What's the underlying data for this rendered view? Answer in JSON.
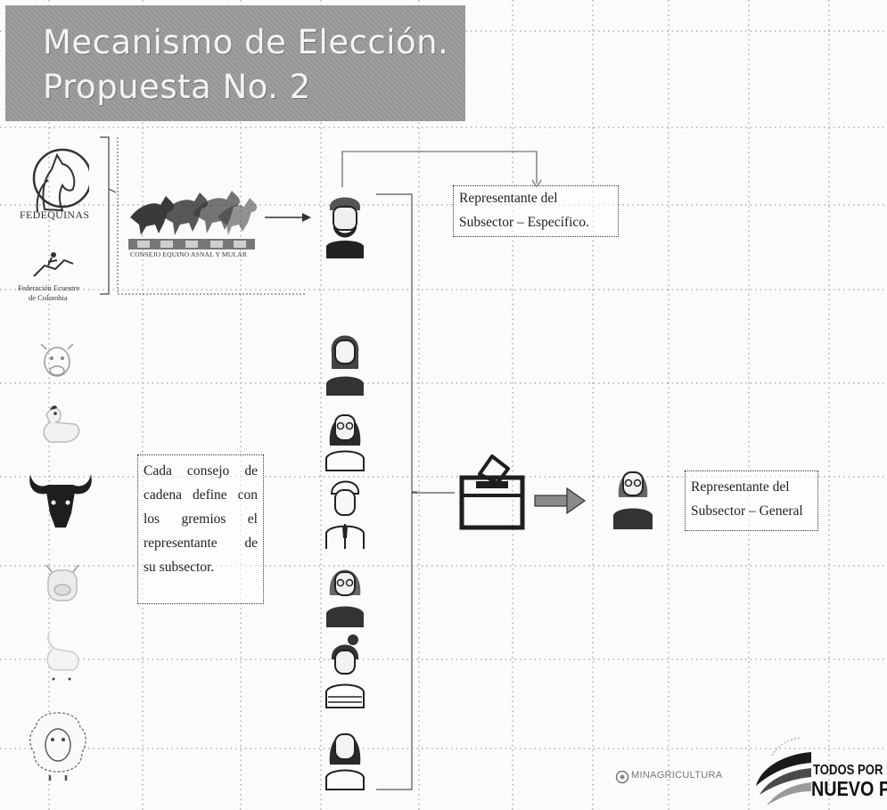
{
  "title": {
    "line1": "Mecanismo de Elección.",
    "line2": "Propuesta No. 2"
  },
  "logos": {
    "fedequinas": "FEDEQUINAS",
    "federacion_line1": "Federación Ecuestre",
    "federacion_line2": "de Colombia",
    "cedam_text": "CONSEJO EQUINO ASNAL Y MULAR"
  },
  "notes": {
    "specific": {
      "line1": "Representante del",
      "line2": "Subsector – Específico."
    },
    "general": {
      "line1": "Representante del",
      "line2": "Subsector – General"
    },
    "council": [
      "Cada consejo de",
      "cadena define con",
      "los gremios el",
      "representante de",
      "su subsector."
    ]
  },
  "footer": {
    "ministry": "MINAGRICULTURA",
    "slogan_line1": "TODOS POR UN",
    "slogan_line2": "NUEVO PAÍS"
  },
  "colors": {
    "banner": "#9a9a9a",
    "icon_dark": "#1e1e1e",
    "arrow_fill": "#8a8a8a"
  },
  "icons": [
    "horse-head-icon",
    "equestrian-rider-icon",
    "horses-silhouette-icon",
    "cow-face-icon",
    "chicken-icon",
    "buffalo-icon",
    "pig-icon",
    "goat-icon",
    "sheep-icon",
    "person-icon",
    "ballot-box-icon",
    "right-arrow-icon"
  ]
}
